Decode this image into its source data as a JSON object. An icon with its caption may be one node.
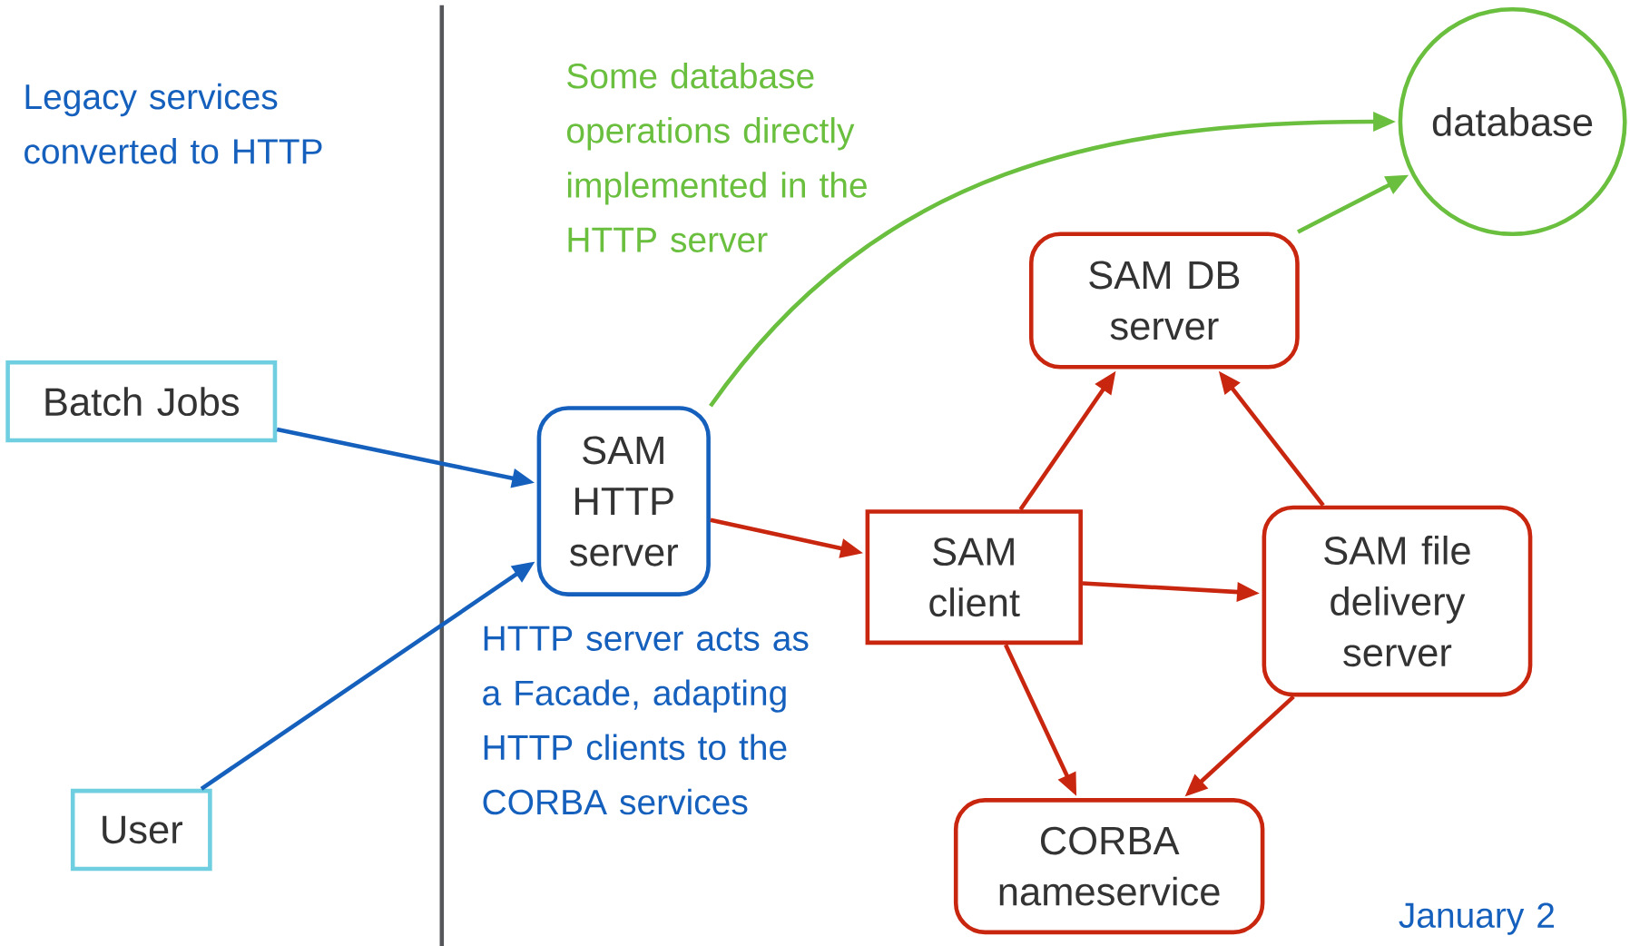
{
  "diagram": {
    "nodes": [
      {
        "text": [
          "Batch Jobs"
        ]
      },
      {
        "text": [
          "User"
        ]
      },
      {
        "text": [
          "SAM HTTP server"
        ]
      },
      {
        "text": [
          "SAM client"
        ]
      },
      {
        "text": [
          "SAM DB server"
        ]
      },
      {
        "text": [
          "SAM file delivery server"
        ]
      },
      {
        "text": [
          "CORBA nameservice"
        ]
      },
      {
        "text": [
          "database"
        ]
      }
    ],
    "edges": [
      {
        "from": 0,
        "to": 2,
        "arrow": "to",
        "color": "#1560bd"
      },
      {
        "from": 1,
        "to": 2,
        "arrow": "to",
        "color": "#1560bd"
      },
      {
        "from": 2,
        "to": 3,
        "arrow": "to"
      },
      {
        "from": 3,
        "to": 4,
        "arrow": "to"
      },
      {
        "from": 5,
        "to": 4,
        "arrow": "to"
      },
      {
        "from": 3,
        "to": 5,
        "arrow": "to"
      },
      {
        "from": 3,
        "to": 6,
        "arrow": "to"
      },
      {
        "from": 5,
        "to": 6,
        "arrow": "to"
      },
      {
        "from": 2,
        "to": 7,
        "arrow": "to",
        "color": "#6abf3f"
      },
      {
        "from": 4,
        "to": 7,
        "arrow": "to",
        "color": "#6abf3f"
      }
    ],
    "labels": [
      "Legacy services converted to HTTP",
      "Some database operations directly implemented in the HTTP server",
      "HTTP server acts as a Facade, adapting HTTP clients to the CORBA services",
      "January 2"
    ]
  }
}
